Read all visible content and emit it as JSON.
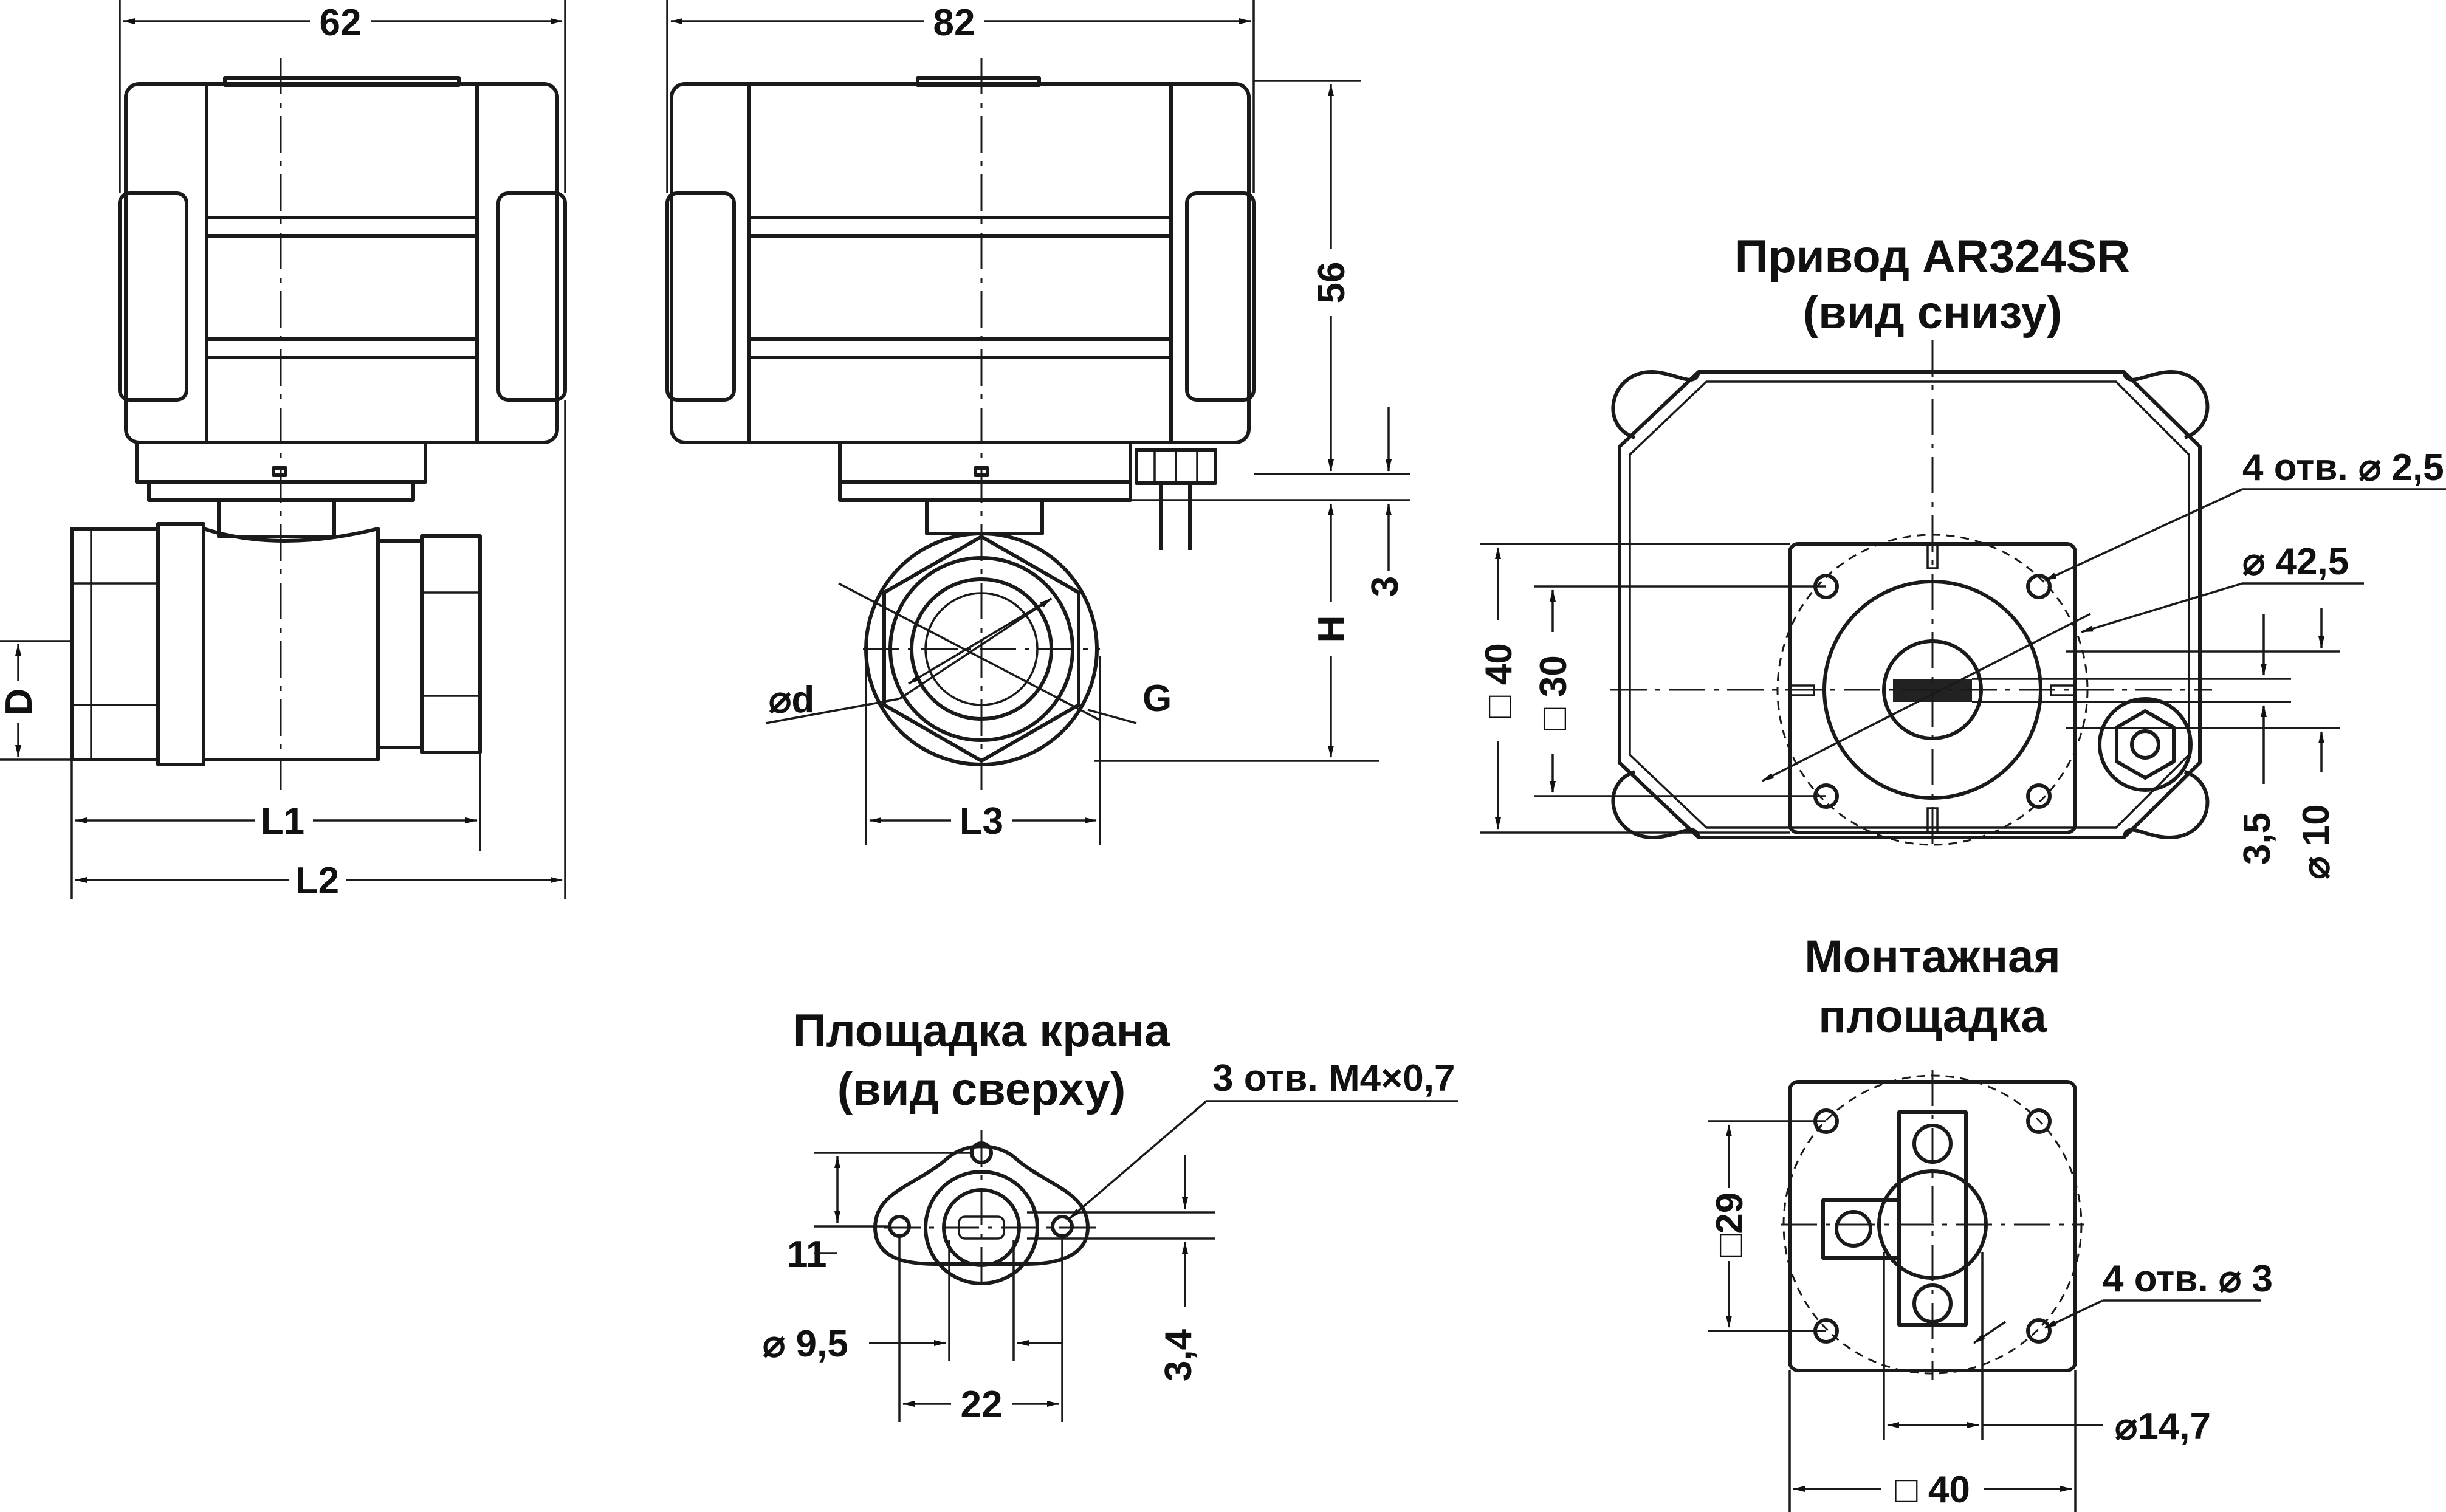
{
  "titles": {
    "actuator_bottom_1": "Привод AR324SR",
    "actuator_bottom_2": "(вид снизу)",
    "valve_pad_1": "Площадка крана",
    "valve_pad_2": "(вид сверху)",
    "mount_pad_1": "Монтажная",
    "mount_pad_2": "площадка"
  },
  "dimensions": {
    "front_width": "62",
    "side_width": "82",
    "height_actuator": "56",
    "gap_3": "3",
    "h": "H",
    "d_thread": "D",
    "l1": "L1",
    "l2": "L2",
    "l3": "L3",
    "d_bore": "⌀d",
    "g_thread": "G",
    "sq40": "□ 40",
    "sq30": "□ 30",
    "holes_25": "4 отв. ⌀ 2,5",
    "dia_425": "⌀ 42,5",
    "d35": "3,5",
    "dia10": "⌀ 10",
    "holes_m4": "3 отв. M4×0,7",
    "dim11": "11",
    "dia95": "⌀ 9,5",
    "dim22": "22",
    "dim34": "3,4",
    "sq29": "□29",
    "holes_3": "4 отв. ⌀ 3",
    "dia147": "⌀14,7",
    "sq40_mount": "□ 40"
  }
}
